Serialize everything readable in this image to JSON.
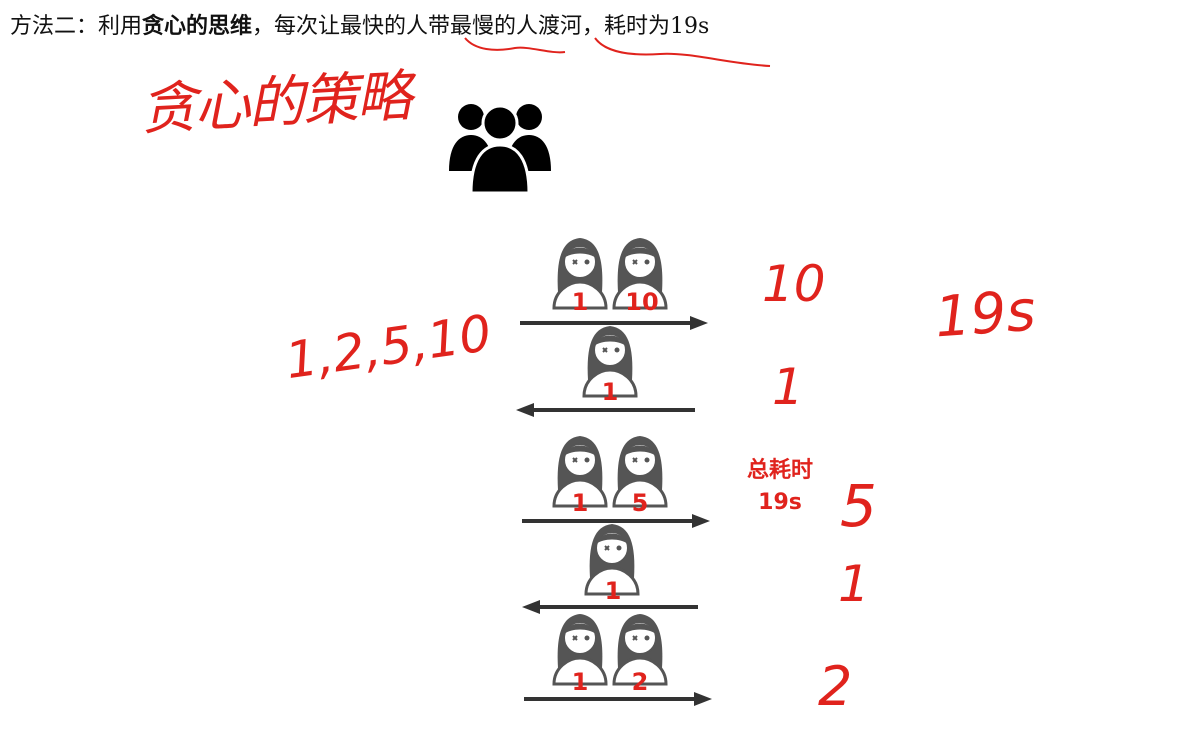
{
  "heading": {
    "prefix": "方法二：利用",
    "bold": "贪心的思维",
    "suffix": "，每次让最快的人带最慢的人渡河，耗时为19s"
  },
  "annotations": {
    "strategy": "贪心的策略",
    "sequence": "1,2,5,10",
    "result": "19s",
    "steps": [
      "10",
      "1",
      "5",
      "1",
      "2"
    ]
  },
  "total": {
    "label": "总耗时",
    "value": "19s"
  },
  "crossings": [
    {
      "direction": "forward",
      "people": [
        "1",
        "10"
      ]
    },
    {
      "direction": "back",
      "people": [
        "1"
      ]
    },
    {
      "direction": "forward",
      "people": [
        "1",
        "5"
      ]
    },
    {
      "direction": "back",
      "people": [
        "1"
      ]
    },
    {
      "direction": "forward",
      "people": [
        "1",
        "2"
      ]
    }
  ],
  "colors": {
    "accent": "#e0231d",
    "figure": "#555555",
    "arrow": "#333333",
    "text": "#111111"
  }
}
